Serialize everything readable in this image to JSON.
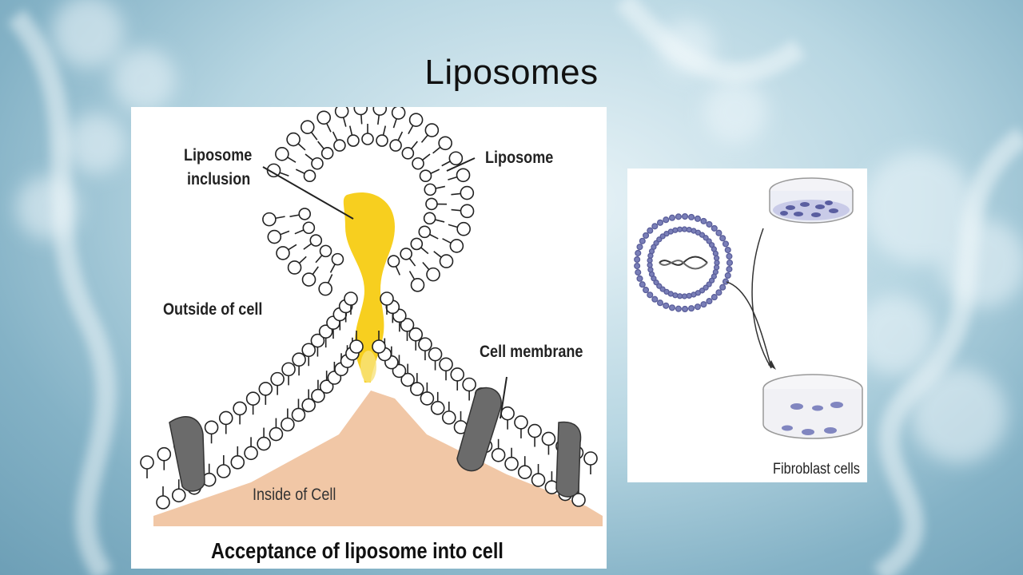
{
  "slide": {
    "title": "Liposomes"
  },
  "left_diagram": {
    "labels": {
      "liposome_inclusion_line1": "Liposome",
      "liposome_inclusion_line2": "inclusion",
      "liposome": "Liposome",
      "outside_of_cell": "Outside of cell",
      "cell_membrane": "Cell membrane",
      "inside_of_cell": "Inside of Cell"
    },
    "caption": "Acceptance of liposome into cell"
  },
  "right_diagram": {
    "labels": {
      "fibroblast_cells": "Fibroblast cells"
    }
  },
  "colors": {
    "inclusion": "#f7cf1f",
    "cytoplasm": "#f1c7a6",
    "protein": "#6b6b6b",
    "liposome_ring": "#5a5e9a"
  }
}
